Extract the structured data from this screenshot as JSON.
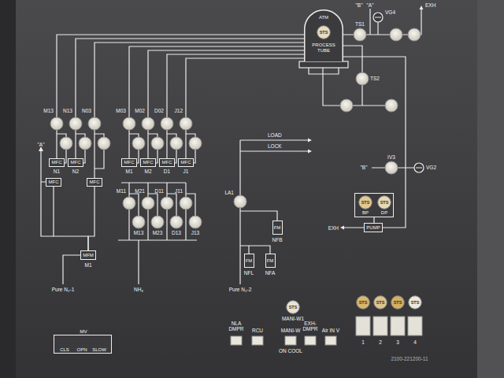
{
  "diagram": {
    "nodes": [
      {
        "text": [
          "ATM",
          "PROCESS TUBE"
        ]
      },
      {
        "text": [
          "STS"
        ],
        "in": 0
      },
      {
        "text": [
          "MFC"
        ]
      },
      {
        "text": [
          "MFC"
        ]
      },
      {
        "text": [
          "MFC"
        ]
      },
      {
        "text": [
          "MFC"
        ]
      },
      {
        "text": [
          "MFC"
        ]
      },
      {
        "text": [
          "MFC"
        ]
      },
      {
        "text": [
          "MFC"
        ]
      },
      {
        "text": [
          "MFC"
        ]
      },
      {
        "text": [
          "MFM"
        ]
      },
      {
        "text": [
          "FM"
        ]
      },
      {
        "text": [
          "FM"
        ]
      },
      {
        "text": [
          "FM"
        ]
      },
      {
        "text": [
          "BP",
          "DP"
        ]
      },
      {
        "text": [
          "STS"
        ],
        "in": 14
      },
      {
        "text": [
          "STS"
        ],
        "in": 14
      },
      {
        "text": [
          "PUMP"
        ]
      },
      {
        "text": [
          "MV",
          "CLS",
          "OPN",
          "SLOW"
        ]
      },
      {
        "text": [
          "STS"
        ]
      },
      {
        "text": [
          "STS"
        ]
      },
      {
        "text": [
          "STS"
        ]
      },
      {
        "text": [
          "STS"
        ]
      },
      {
        "text": [
          "STS"
        ]
      }
    ],
    "edges": [
      {
        "from": 2,
        "to": 0,
        "arrow": "none"
      },
      {
        "from": 3,
        "to": 0,
        "arrow": "none"
      },
      {
        "from": 5,
        "to": 0,
        "arrow": "none"
      },
      {
        "from": 6,
        "to": 0,
        "arrow": "none"
      },
      {
        "from": 7,
        "to": 0,
        "arrow": "none"
      },
      {
        "from": 8,
        "to": 0,
        "arrow": "none"
      },
      {
        "from": 9,
        "to": 0,
        "arrow": "none"
      },
      {
        "from": 10,
        "to": 4,
        "arrow": "none"
      },
      {
        "from": 10,
        "to": 5,
        "arrow": "none"
      },
      {
        "from": 0,
        "to": 17,
        "arrow": "none"
      },
      {
        "from": 14,
        "to": 17,
        "arrow": "none"
      }
    ],
    "labels": [
      "\"A\"",
      "M13",
      "N13",
      "N03",
      "M03",
      "M02",
      "D02",
      "J12",
      "N1",
      "N2",
      "M1",
      "M2",
      "D1",
      "J1",
      "M11",
      "M21",
      "D11",
      "J11",
      "M13",
      "M23",
      "D13",
      "J13",
      "M1",
      "Pure N₂-1",
      "NH₃",
      "Pure N₂-2",
      "LOAD",
      "LOCK",
      "LA1",
      "NFB",
      "NFL",
      "NFA",
      "\"B\"",
      "IV3",
      "VG2",
      "EXH",
      "\"B\"",
      "\"A\"",
      "VG4",
      "EXH",
      "TS1",
      "TS2",
      "NLA DMPR",
      "RCU",
      "MANI-W1",
      "MANI-W",
      "EXH-DMPR",
      "Air IN V",
      "ON COOL",
      "1",
      "2",
      "3",
      "4",
      "2100-221200-11"
    ]
  }
}
